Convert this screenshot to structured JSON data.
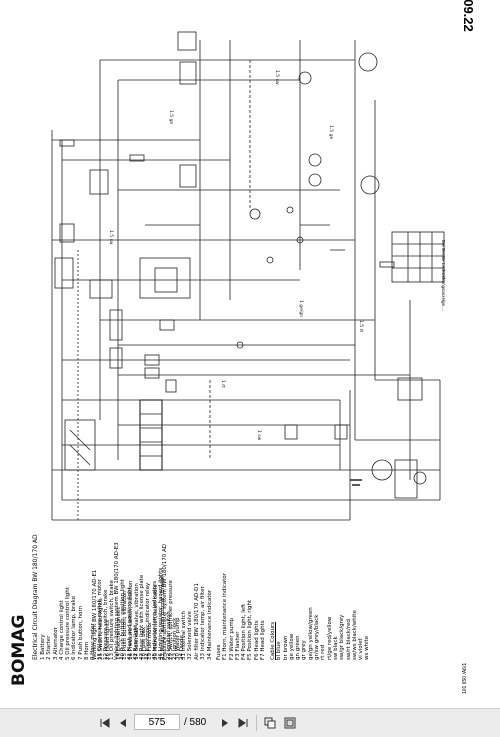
{
  "page": {
    "page_number": "09.22",
    "title_lines": [
      "09.22",
      "Electrical Circuit Diagram BW 180/170 AD"
    ],
    "logo_text": "BOMAG",
    "footer": "101 650 /A6/1"
  },
  "legend": {
    "items": [
      "1 Battery",
      "2 Starter",
      "3 Alternator",
      "4 Charge control light",
      "5 Oil pressure control light",
      "6 Indicator lamp, brake",
      "7 Push button, horn",
      "8 Horn",
      "9 Hour meter",
      "11 Oil pressure switch, motor",
      "12 Pressure switch, brake",
      "13 Oil pressure switch, brake",
      "14 Electromagnetic",
      "15 Push button, vibration",
      "16 Pressure switch, vibration",
      "17 Solenoid valve, vibration",
      "18 Fuse box",
      "19 Fuel motor",
      "20 Micro switch, start cable",
      "21 Relay, alarm buzzer (brake)",
      "22 Ignition switch",
      "23 Ignition lock",
      "24 Diode"
    ],
    "group2": [
      "Working light BW 180/170 AD-E1",
      "25 Switch, head lights",
      "26 Head lights"
    ],
    "group3": [
      "Vehicle lighting system BW 180/170 AD-E3",
      "40 Push button, position light",
      "41 Flash and position light",
      "42 Rear light",
      "43 Rear light with license plate",
      "44 Electronic indicator relay",
      "45 Indicator lamp, indicators",
      "46 Limiting resistor, hazard lights"
    ],
    "group4": [
      "Pressure sprinkler system BW 180/170 AD",
      "29 Switch, sprinkler pressure",
      "30 Water pump",
      "31 Interval switch",
      "32 Solenoid valve"
    ],
    "group5": [
      "Air filter BW 180/170 AD-D1",
      "33 Indicator lamp, air filter",
      "34 Maintenance indicator"
    ],
    "group6": [
      "Fuses",
      "F1 Horn, maintenance indicator",
      "F2 Water pump",
      "F3 Flasher",
      "F4 Position light, left",
      "F5 Position light, right",
      "F6 Head lights",
      "F7 Head lights"
    ],
    "cable_colors_title": "Cable Colours",
    "cable_colors": [
      "bl  blue",
      "br  brown",
      "ge  yellow",
      "gn  green",
      "gr  grey",
      "ge/gn  yellow/green",
      "gr/sw  grey/black",
      "rt  red",
      "rt/ge  red/yellow",
      "sw  black",
      "sw/gr  black/grey",
      "sw/rt  black/red",
      "sw/ws  black/white",
      "vi  violet",
      "ws  white"
    ]
  },
  "note": "Bei Geräte Lenkwirkungsanzeige ...",
  "toolbar": {
    "current_page": "575",
    "page_display": "575 / 580",
    "total_pages": "/ 580",
    "first_icon": "first-page-icon",
    "prev_icon": "previous-page-icon",
    "next_icon": "next-page-icon",
    "last_icon": "last-page-icon",
    "copy_icon": "copy-icon",
    "fit_icon": "fit-page-icon"
  }
}
